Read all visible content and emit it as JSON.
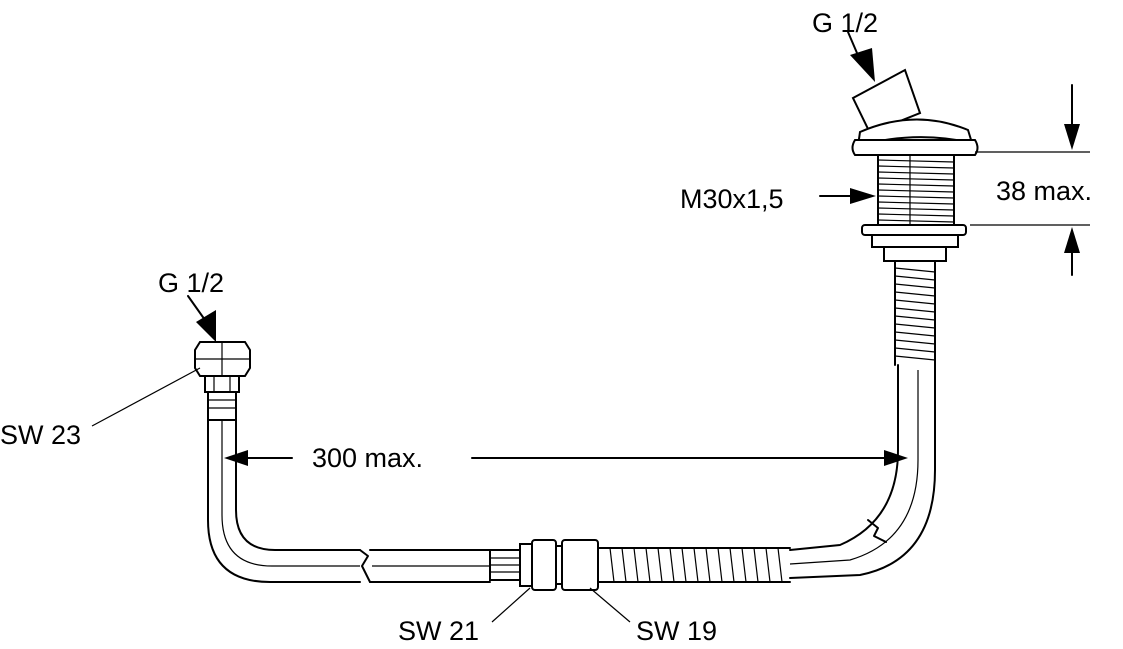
{
  "labels": {
    "top_thread": "G 1/2",
    "left_thread": "G 1/2",
    "nut_left": "SW 23",
    "mount_thread": "M30x1,5",
    "mount_height": "38 max.",
    "hose_length": "300 max.",
    "nut_mid_left": "SW 21",
    "nut_mid_right": "SW 19"
  }
}
